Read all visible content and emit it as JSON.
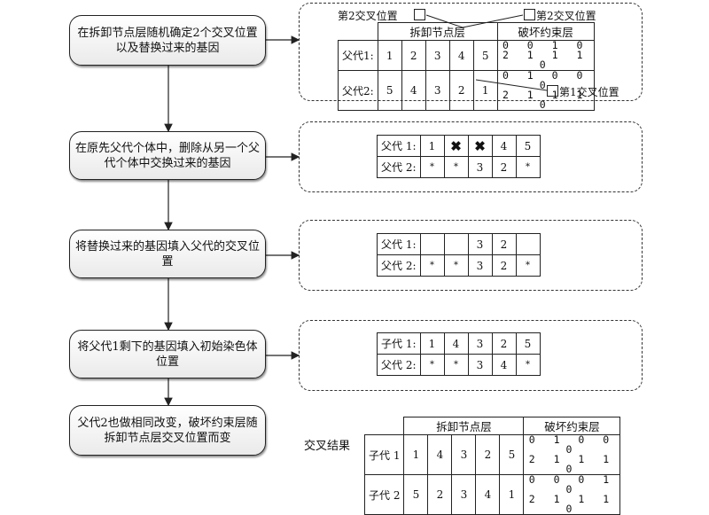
{
  "steps": [
    "在拆卸节点层随机确定2个交叉位置以及替换过来的基因",
    "在原先父代个体中，删除从另一个父代个体中交换过来的基因",
    "将替换过来的基因填入父代的交叉位置",
    "将父代1剩下的基因填入初始染色体位置",
    "父代2也做相同改变，破坏约束层随拆卸节点层交叉位置而变"
  ],
  "headers": {
    "disassembly": "拆卸节点层",
    "constraint": "破坏约束层"
  },
  "callouts": {
    "pos2_left": "第2交叉位置",
    "pos2_right": "第2交叉位置",
    "pos1": "第1交叉位置"
  },
  "panel1": {
    "rows": [
      {
        "label": "父代1:",
        "genes": [
          "1",
          "2",
          "3",
          "4",
          "5"
        ],
        "bits": [
          "0 0 1 0",
          "2 1 1 1 0"
        ]
      },
      {
        "label": "父代2:",
        "genes": [
          "5",
          "4",
          "3",
          "2",
          "1"
        ],
        "bits": [
          "0 1 0 0 0",
          "2 1 1 1 0"
        ]
      }
    ]
  },
  "panel2": {
    "rows": [
      {
        "label": "父代 1:",
        "genes": [
          "1",
          "✖",
          "✖",
          "4",
          "5"
        ]
      },
      {
        "label": "父代 2:",
        "genes": [
          "*",
          "*",
          "3",
          "2",
          "*"
        ]
      }
    ]
  },
  "panel3": {
    "rows": [
      {
        "label": "父代 1:",
        "genes": [
          "",
          "",
          "3",
          "2",
          ""
        ]
      },
      {
        "label": "父代 2:",
        "genes": [
          "*",
          "*",
          "3",
          "2",
          "*"
        ]
      }
    ]
  },
  "panel4": {
    "rows": [
      {
        "label": "子代 1:",
        "genes": [
          "1",
          "4",
          "3",
          "2",
          "5"
        ]
      },
      {
        "label": "父代 2:",
        "genes": [
          "*",
          "*",
          "3",
          "4",
          "*"
        ]
      }
    ]
  },
  "result": {
    "label": "交叉结果",
    "rows": [
      {
        "label": "子代 1",
        "genes": [
          "1",
          "4",
          "3",
          "2",
          "5"
        ],
        "bits": [
          "0 1 0 0 0",
          "2 1 1 1 0"
        ]
      },
      {
        "label": "子代 2",
        "genes": [
          "5",
          "2",
          "3",
          "4",
          "1"
        ],
        "bits": [
          "0 0 0 1 0",
          "2 1 1 1 0"
        ]
      }
    ]
  }
}
